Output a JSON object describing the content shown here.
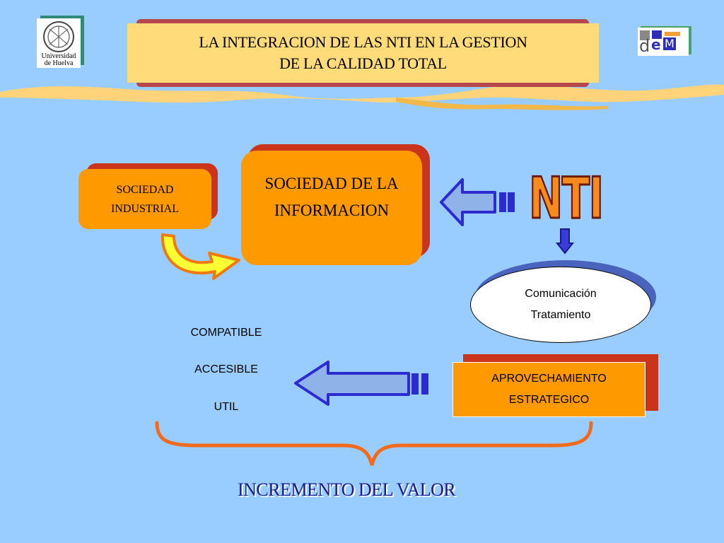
{
  "title": {
    "line1": "LA INTEGRACION DE LAS NTI  EN LA GESTION",
    "line2": "DE LA CALIDAD TOTAL"
  },
  "logos": {
    "left_line1": "Universidad",
    "left_line2": "de Huelva",
    "right_mark_d": "d",
    "right_mark_e": "e",
    "right_mark_m": "M"
  },
  "boxes": {
    "sociedad_industrial": [
      "SOCIEDAD",
      "INDUSTRIAL"
    ],
    "sociedad_informacion": [
      "SOCIEDAD DE LA",
      "INFORMACION"
    ],
    "nti": "NTI",
    "ellipse": [
      "Comunicación",
      "Tratamiento"
    ],
    "aprovechamiento": [
      "APROVECHAMIENTO",
      "ESTRATEGICO"
    ]
  },
  "qualities": [
    "COMPATIBLE",
    "ACCESIBLE",
    "UTIL"
  ],
  "result": "INCREMENTO DEL VALOR",
  "colors": {
    "background": "#99ccff",
    "box_fill": "#ff9900",
    "box_shadow": "#c9341a",
    "title_fill": "#ffdb7a",
    "arrow_blue": "#2b2bd0",
    "brace": "#f26a1b"
  }
}
